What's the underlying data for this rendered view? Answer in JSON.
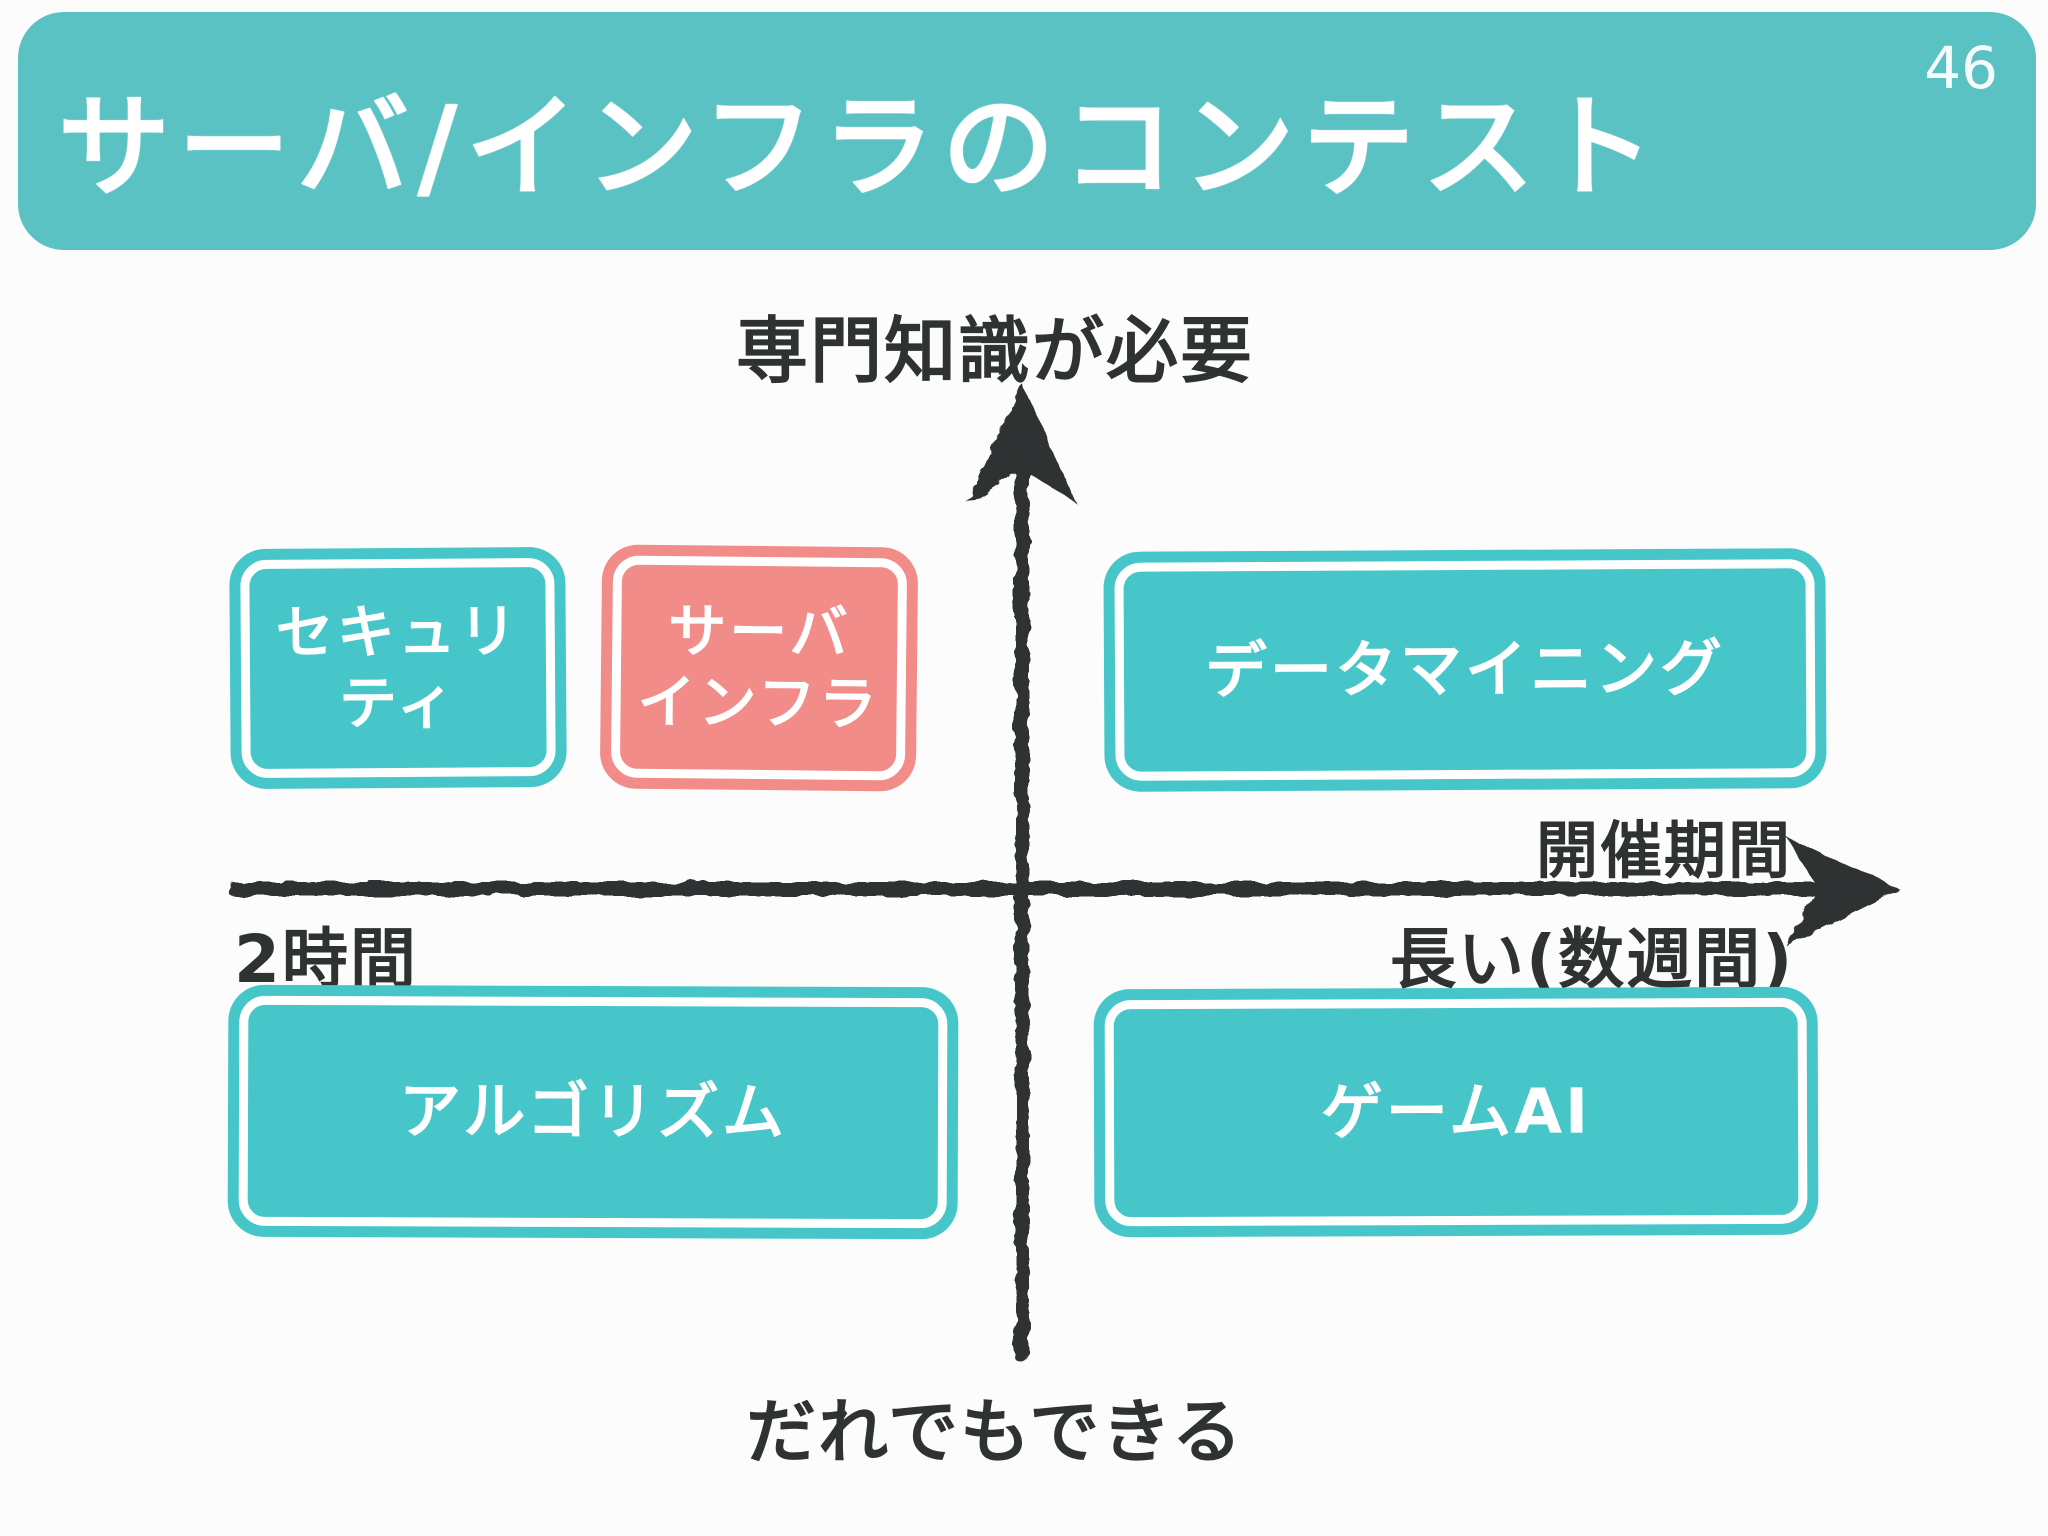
{
  "slide": {
    "background_color": "#fcfcfc",
    "page_number": "46"
  },
  "header": {
    "title": "サーバ/インフラのコンテスト",
    "background_color": "#5bc2c4",
    "text_color": "#ffffff"
  },
  "diagram": {
    "type": "quadrant",
    "axis_color": "#2e3230",
    "y_axis": {
      "top_label": "専門知識が必要",
      "bottom_label": "だれでもできる"
    },
    "x_axis": {
      "title": "開催期間",
      "left_label": "2時間",
      "right_label": "長い(数週間)"
    },
    "boxes": [
      {
        "id": "security",
        "lines": [
          "セキュリ",
          "ティ"
        ],
        "color": "#47c6ca",
        "quadrant": "top-left",
        "highlighted": false
      },
      {
        "id": "server-infra",
        "lines": [
          "サーバ",
          "インフラ"
        ],
        "color": "#f18c88",
        "quadrant": "top-left",
        "highlighted": true
      },
      {
        "id": "data-mining",
        "lines": [
          "データマイニング"
        ],
        "color": "#47c6ca",
        "quadrant": "top-right",
        "highlighted": false
      },
      {
        "id": "algorithm",
        "lines": [
          "アルゴリズム"
        ],
        "color": "#47c6ca",
        "quadrant": "bottom-left",
        "highlighted": false
      },
      {
        "id": "game-ai",
        "lines": [
          "ゲームAI"
        ],
        "color": "#47c6ca",
        "quadrant": "bottom-right",
        "highlighted": false
      }
    ]
  }
}
